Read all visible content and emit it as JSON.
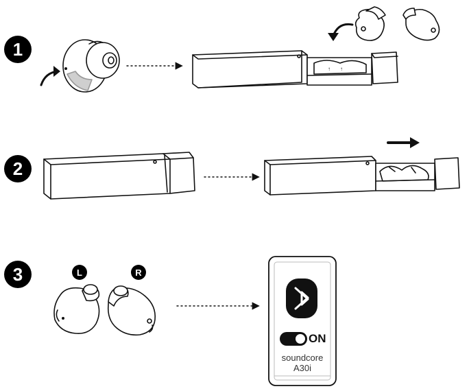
{
  "steps": [
    {
      "number": "1"
    },
    {
      "number": "2"
    },
    {
      "number": "3"
    }
  ],
  "earbud_labels": {
    "left": "L",
    "right": "R"
  },
  "phone": {
    "toggle_state": "ON",
    "device_name_line1": "soundcore",
    "device_name_line2": "A30i",
    "icons": [
      "bluetooth-icon",
      "toggle-switch-icon"
    ]
  },
  "colors": {
    "ink": "#111111",
    "ear_tip_tab": "#cfcfcf",
    "background": "#ffffff"
  }
}
